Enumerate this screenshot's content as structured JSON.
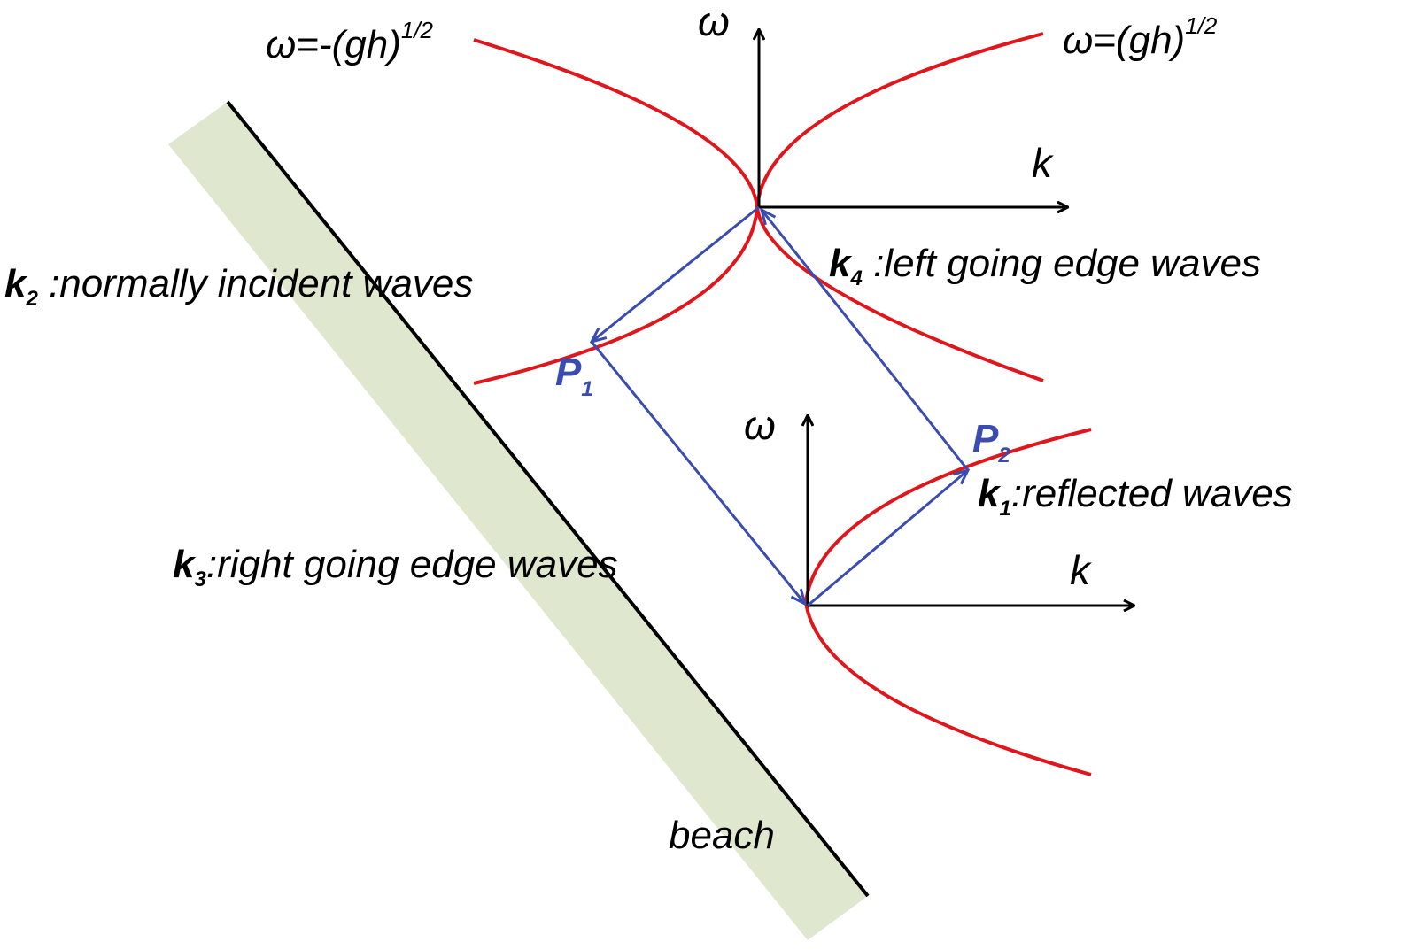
{
  "colors": {
    "curve": "#e0161d",
    "vector": "#3b4cb0",
    "axis": "#000000",
    "beach_fill": "#dfe8cf",
    "beach_line": "#000000"
  },
  "upper_axes": {
    "omega_label": "ω",
    "k_label": "k"
  },
  "lower_axes": {
    "omega_label": "ω",
    "k_label": "k"
  },
  "curve_labels": {
    "negative": {
      "prefix": "ω=-(gh)",
      "exponent": "1/2"
    },
    "positive": {
      "prefix": "ω=(gh)",
      "exponent": "1/2"
    }
  },
  "points": {
    "p1": {
      "letter": "P",
      "sub": "1"
    },
    "p2": {
      "letter": "P",
      "sub": "2"
    }
  },
  "waves": {
    "k2": {
      "sym": "k",
      "sub": "2",
      "text": " :normally incident waves"
    },
    "k4": {
      "sym": "k",
      "sub": "4",
      "text": " :left going edge waves"
    },
    "k1": {
      "sym": "k",
      "sub": "1",
      "text": ":reflected waves"
    },
    "k3": {
      "sym": "k",
      "sub": "3",
      "text": ":right going edge waves"
    }
  },
  "beach_label": "beach"
}
